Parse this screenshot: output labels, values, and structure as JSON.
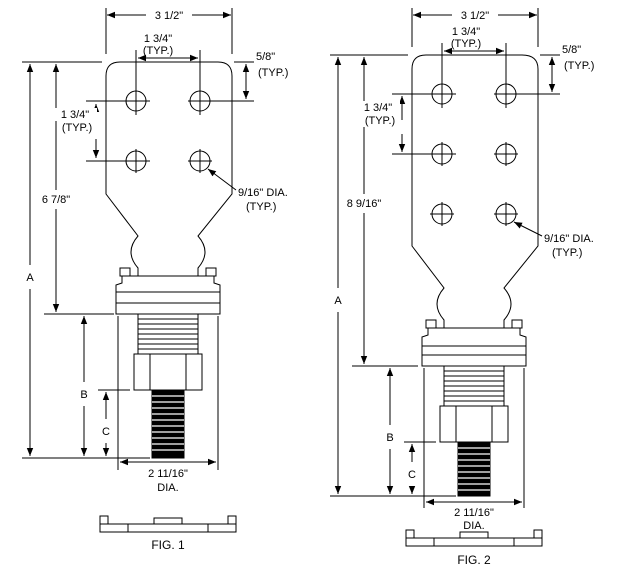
{
  "figures": [
    {
      "caption": "FIG. 1",
      "labels": {
        "overall_width": "3 1/2\"",
        "hole_pitch_h": "1 3/4\"",
        "hole_pitch_h_typ": "(TYP.)",
        "edge_offset": "5/8\"",
        "edge_offset_typ": "(TYP.)",
        "hole_pitch_v": "1 3/4\"",
        "hole_pitch_v_typ": "(TYP.)",
        "pad_length": "6 7/8\"",
        "dim_a": "A",
        "dim_b": "B",
        "dim_c": "C",
        "hole_dia": "9/16\" DIA.",
        "hole_dia_typ": "(TYP.)",
        "base_dia": "2 11/16\"",
        "base_dia_suffix": "DIA."
      }
    },
    {
      "caption": "FIG. 2",
      "labels": {
        "overall_width": "3 1/2\"",
        "hole_pitch_h": "1 3/4\"",
        "hole_pitch_h_typ": "(TYP.)",
        "edge_offset": "5/8\"",
        "edge_offset_typ": "(TYP.)",
        "hole_pitch_v": "1 3/4\"",
        "hole_pitch_v_typ": "(TYP.)",
        "pad_length": "8 9/16\"",
        "dim_a": "A",
        "dim_b": "B",
        "dim_c": "C",
        "hole_dia": "9/16\" DIA.",
        "hole_dia_typ": "(TYP.)",
        "base_dia": "2 11/16\"",
        "base_dia_suffix": "DIA."
      }
    }
  ]
}
